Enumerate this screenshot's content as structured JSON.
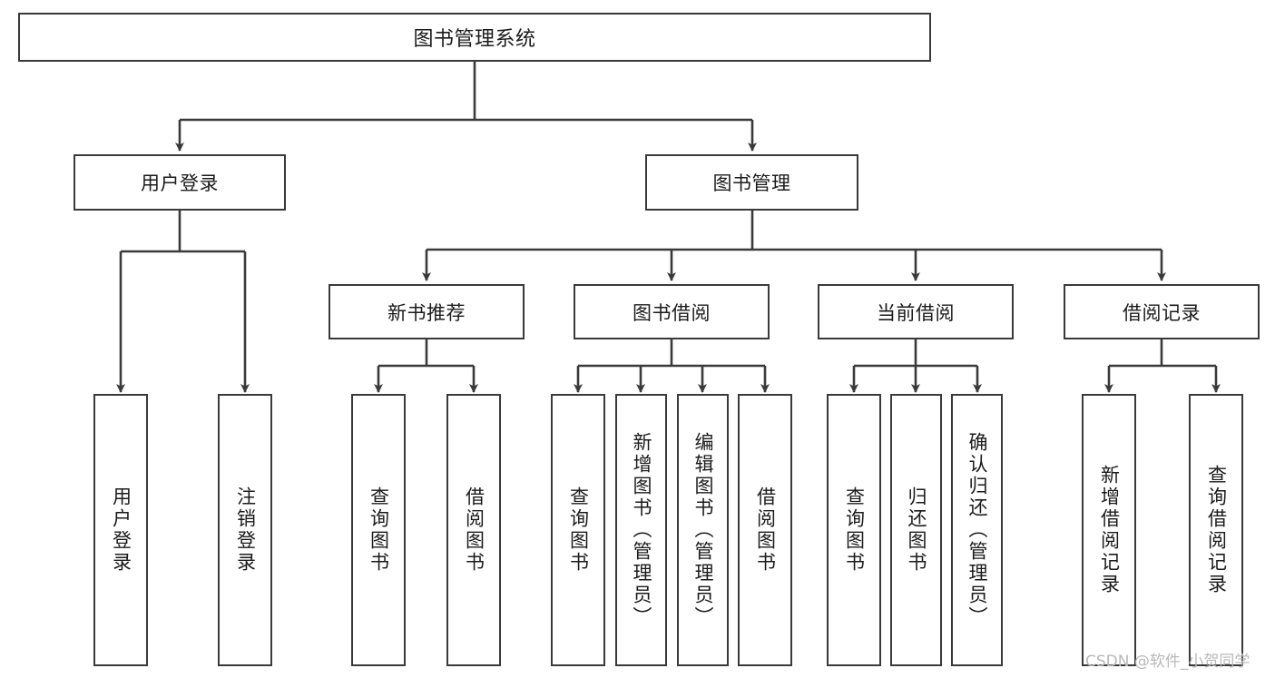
{
  "diagram": {
    "title": "图书管理系统",
    "type": "tree",
    "watermark": "CSDN @软件_小贺同学",
    "colors": {
      "box_border": "#3a3a3a",
      "box_fill": "#ffffff",
      "line": "#3a3a3a",
      "text": "#1b1b1b",
      "watermark": "#b9b9b9",
      "background": "#ffffff"
    },
    "nodes": {
      "root": {
        "label": "图书管理系统"
      },
      "level2": [
        {
          "id": "user-login",
          "label": "用户登录"
        },
        {
          "id": "book-manage",
          "label": "图书管理"
        }
      ],
      "level3": [
        {
          "id": "new-book-recommend",
          "label": "新书推荐"
        },
        {
          "id": "book-borrow",
          "label": "图书借阅"
        },
        {
          "id": "current-borrow",
          "label": "当前借阅"
        },
        {
          "id": "borrow-record",
          "label": "借阅记录"
        }
      ],
      "leaves": {
        "user_login": [
          {
            "id": "leaf-user-login",
            "label": "用户登录"
          },
          {
            "id": "leaf-logout-login",
            "label": "注销登录"
          }
        ],
        "new_book_recommend": [
          {
            "id": "leaf-query-book-1",
            "label": "查询图书"
          },
          {
            "id": "leaf-borrow-book-1",
            "label": "借阅图书"
          }
        ],
        "book_borrow": [
          {
            "id": "leaf-query-book-2",
            "label": "查询图书"
          },
          {
            "id": "leaf-add-book",
            "label": "新增图书（管理员）"
          },
          {
            "id": "leaf-edit-book",
            "label": "编辑图书（管理员）"
          },
          {
            "id": "leaf-borrow-book-2",
            "label": "借阅图书"
          }
        ],
        "current_borrow": [
          {
            "id": "leaf-query-book-3",
            "label": "查询图书"
          },
          {
            "id": "leaf-return-book",
            "label": "归还图书"
          },
          {
            "id": "leaf-confirm-return",
            "label": "确认归还（管理员）"
          }
        ],
        "borrow_record": [
          {
            "id": "leaf-add-record",
            "label": "新增借阅记录"
          },
          {
            "id": "leaf-query-record",
            "label": "查询借阅记录"
          }
        ]
      }
    }
  }
}
